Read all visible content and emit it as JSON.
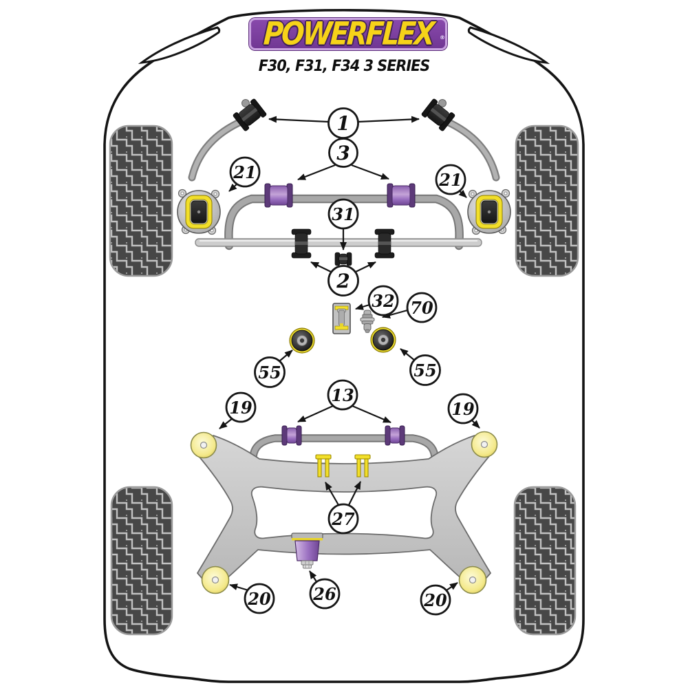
{
  "header": {
    "brand": "POWERFLEX",
    "registered": "®",
    "model": "F30, F31, F34 3 SERIES"
  },
  "diagram": {
    "callouts": [
      {
        "label": "1"
      },
      {
        "label": "3"
      },
      {
        "label": "21"
      },
      {
        "label": "21"
      },
      {
        "label": "31"
      },
      {
        "label": "2"
      },
      {
        "label": "32"
      },
      {
        "label": "70"
      },
      {
        "label": "55"
      },
      {
        "label": "55"
      },
      {
        "label": "13"
      },
      {
        "label": "19"
      },
      {
        "label": "19"
      },
      {
        "label": "27"
      },
      {
        "label": "26"
      },
      {
        "label": "20"
      },
      {
        "label": "20"
      }
    ],
    "colors": {
      "brand_purple": "#7b3f9e",
      "brand_yellow": "#f6d319",
      "bush_purple_light": "#b48ccb",
      "bush_purple_dark": "#5d3a79",
      "part_yellow": "#f2df2a",
      "pale_yellow_bush": "#f6efa0",
      "bar_gray": "#a6a6a6",
      "rack_gray": "#cdcdcd",
      "frame_gray": "#c9c9c9",
      "black_part": "#1d1d1d",
      "tire_body": "#474747",
      "tire_tread": "#c2c2c2",
      "outline_black": "#141414"
    }
  }
}
